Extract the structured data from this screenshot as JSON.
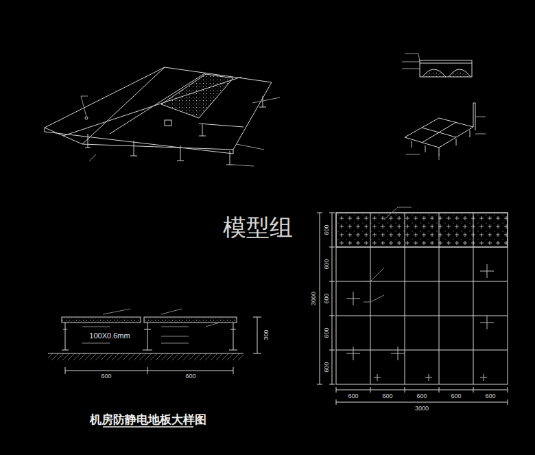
{
  "diagram": {
    "title": "机房防静电地板大样图",
    "labels": [
      "100X0.6mm",
      "600",
      "600",
      "300",
      "600",
      "600",
      "600",
      "600",
      "600",
      "3000",
      "600",
      "600",
      "600",
      "600",
      "600",
      "3000",
      "模型组"
    ]
  }
}
